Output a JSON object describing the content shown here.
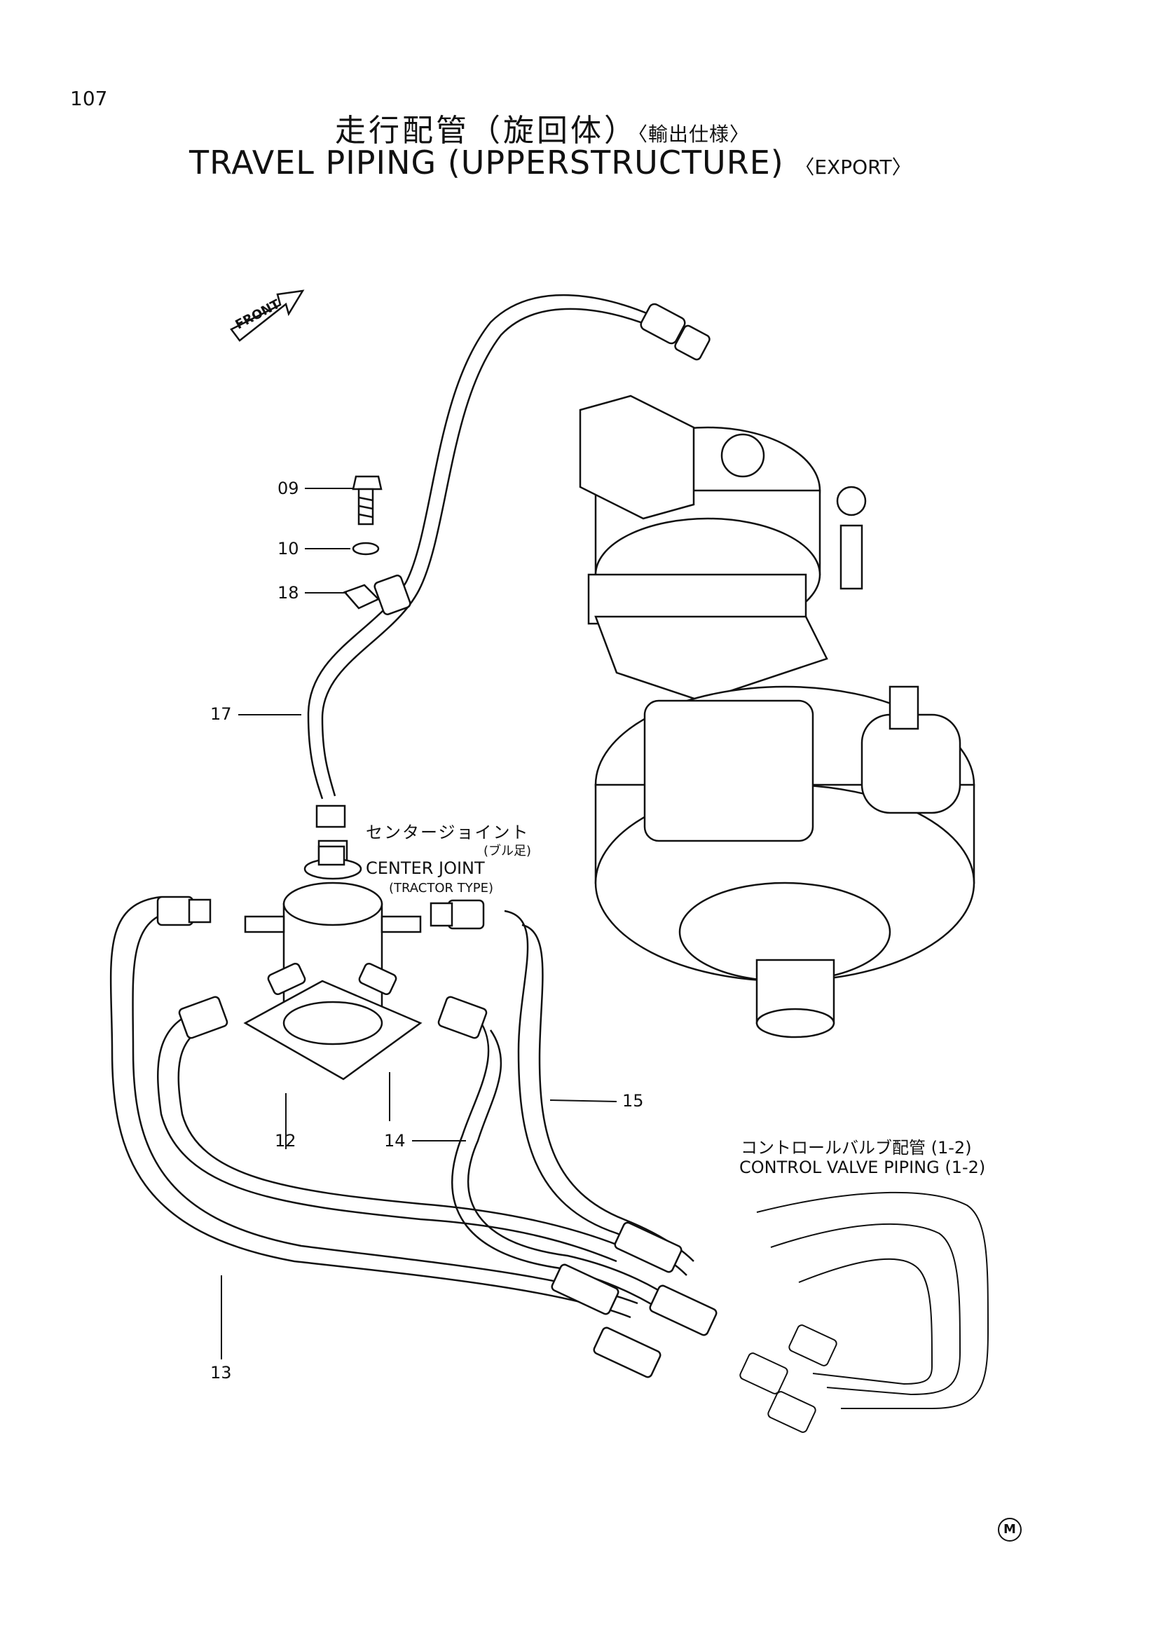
{
  "page_number": "107",
  "title": {
    "japanese": "走行配管（旋回体）",
    "japanese_suffix": "〈輸出仕様〉",
    "english": "TRAVEL PIPING (UPPERSTRUCTURE)",
    "english_suffix": "〈EXPORT〉"
  },
  "front_marker": "FRONT",
  "part_callouts": [
    "09",
    "10",
    "18",
    "17",
    "15",
    "12",
    "14",
    "13"
  ],
  "center_joint": {
    "label_jp": "センタージョイント",
    "label_jp_sub": "(ブル足)",
    "label_en": "CENTER JOINT",
    "label_en_sub": "(TRACTOR TYPE)"
  },
  "control_valve": {
    "label_jp": "コントロールバルブ配管 (1-2)",
    "label_en": "CONTROL VALVE PIPING (1-2)"
  },
  "corner_mark": "M"
}
